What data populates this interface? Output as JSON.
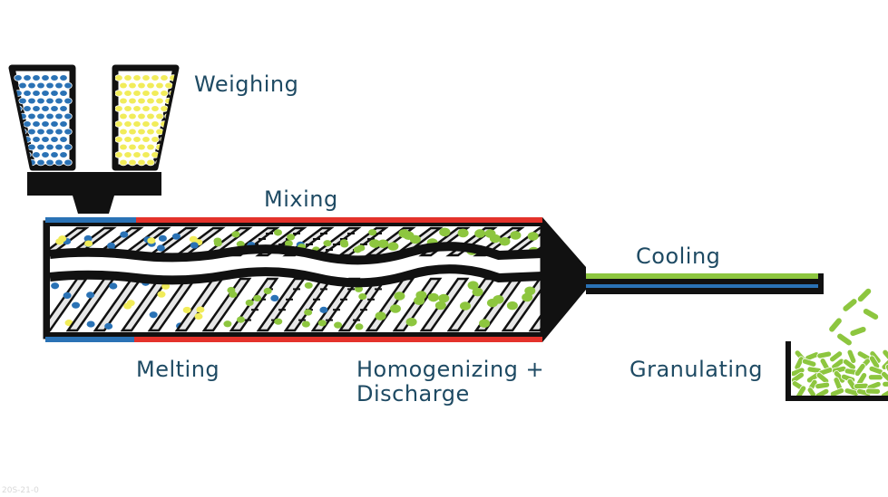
{
  "labels": {
    "weighing": "Weighing",
    "mixing": "Mixing",
    "cooling": "Cooling",
    "melting": "Melting",
    "homogenizing_line1": "Homogenizing +",
    "homogenizing_line2": "Discharge",
    "granulating": "Granulating"
  },
  "footer_text": "20S-21-0",
  "colors": {
    "text": "#1e4a63",
    "hopper_left_pellets": "#2a72b5",
    "hopper_right_pellets": "#f1ec5a",
    "melt_green": "#8dc63f",
    "barrel_red": "#e4322b",
    "barrel_blue": "#2a72b5",
    "outline": "#111111"
  },
  "icons": [
    "hopper-icon",
    "extruder-screw-icon",
    "die-icon",
    "strand-icon",
    "granule-bin-icon"
  ]
}
